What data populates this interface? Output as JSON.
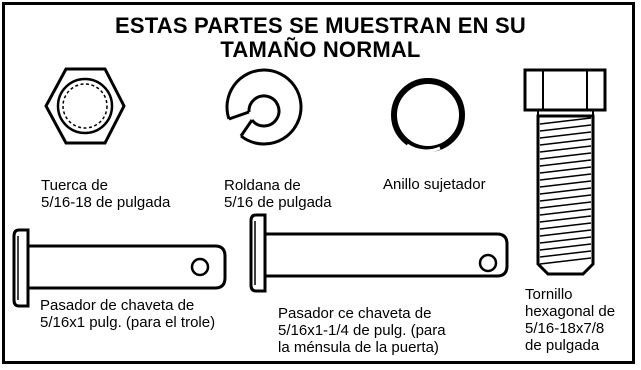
{
  "title": {
    "line1": "ESTAS PARTES SE MUESTRAN EN SU",
    "line2": "TAMAÑO NORMAL"
  },
  "parts": {
    "nut": {
      "icon": "hex-nut-icon",
      "label": "Tuerca de\n5/16-18 de pulgada"
    },
    "washer": {
      "icon": "lock-washer-icon",
      "label": "Roldana de\n5/16 de pulgada"
    },
    "ring": {
      "icon": "retaining-ring-icon",
      "label": "Anillo sujetador"
    },
    "pin_short": {
      "icon": "clevis-pin-icon",
      "label": "Pasador de chaveta de\n5/16x1 pulg. (para el trole)"
    },
    "pin_long": {
      "icon": "clevis-pin-icon",
      "label": "Pasador ce chaveta de\n5/16x1-1/4 de pulg. (para\nla ménsula de la puerta)"
    },
    "bolt": {
      "icon": "hex-bolt-icon",
      "label": "Tornillo\nhexagonal de\n5/16-18x7/8\nde pulgada"
    }
  },
  "colors": {
    "line": "#000000",
    "background": "#ffffff"
  }
}
